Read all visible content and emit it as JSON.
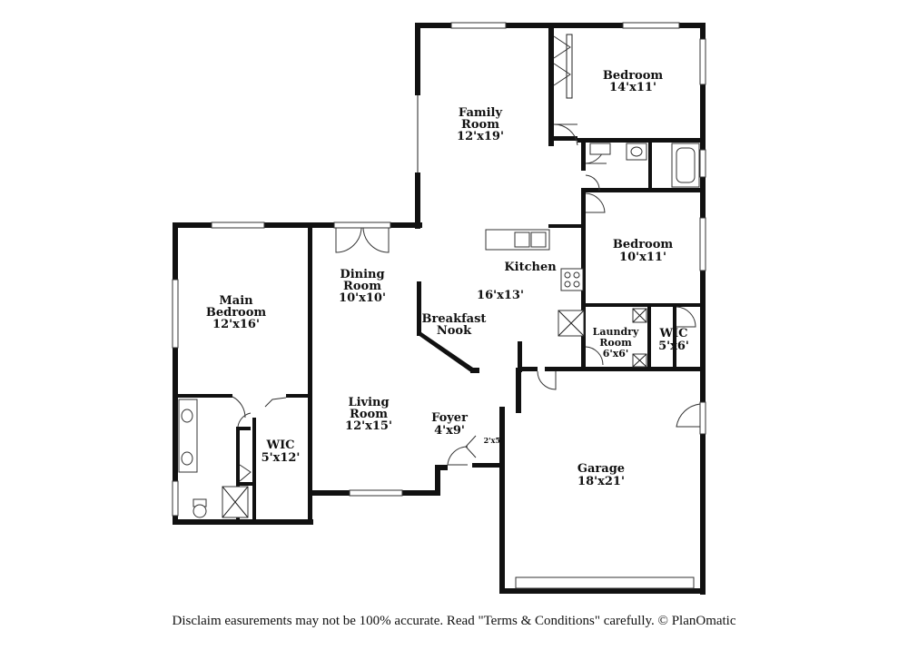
{
  "rooms": {
    "family_room": {
      "name_line1": "Family",
      "name_line2": "Room",
      "size": "12'x19'"
    },
    "bedroom_top": {
      "name": "Bedroom",
      "size": "14'x11'"
    },
    "bedroom_right": {
      "name": "Bedroom",
      "size": "10'x11'"
    },
    "kitchen": {
      "name": "Kitchen",
      "size": "16'x13'"
    },
    "dining_room": {
      "name_line1": "Dining",
      "name_line2": "Room",
      "size": "10'x10'"
    },
    "main_bedroom": {
      "name_line1": "Main",
      "name_line2": "Bedroom",
      "size": "12'x16'"
    },
    "breakfast_nook": {
      "name_line1": "Breakfast",
      "name_line2": "Nook"
    },
    "laundry_room": {
      "name_line1": "Laundry",
      "name_line2": "Room",
      "size": "6'x6'"
    },
    "wic_right": {
      "name": "WIC",
      "size": "5'x6'"
    },
    "living_room": {
      "name_line1": "Living",
      "name_line2": "Room",
      "size": "12'x15'"
    },
    "foyer": {
      "name": "Foyer",
      "size": "4'x9'"
    },
    "closet": {
      "size": "2'x5'"
    },
    "wic_left": {
      "name": "WIC",
      "size": "5'x12'"
    },
    "garage": {
      "name": "Garage",
      "size": "18'x21'"
    }
  },
  "disclaimer": "Disclaim     easurements may not be 100% accurate. Read \"Terms & Conditions\" carefully. © PlanOmatic"
}
